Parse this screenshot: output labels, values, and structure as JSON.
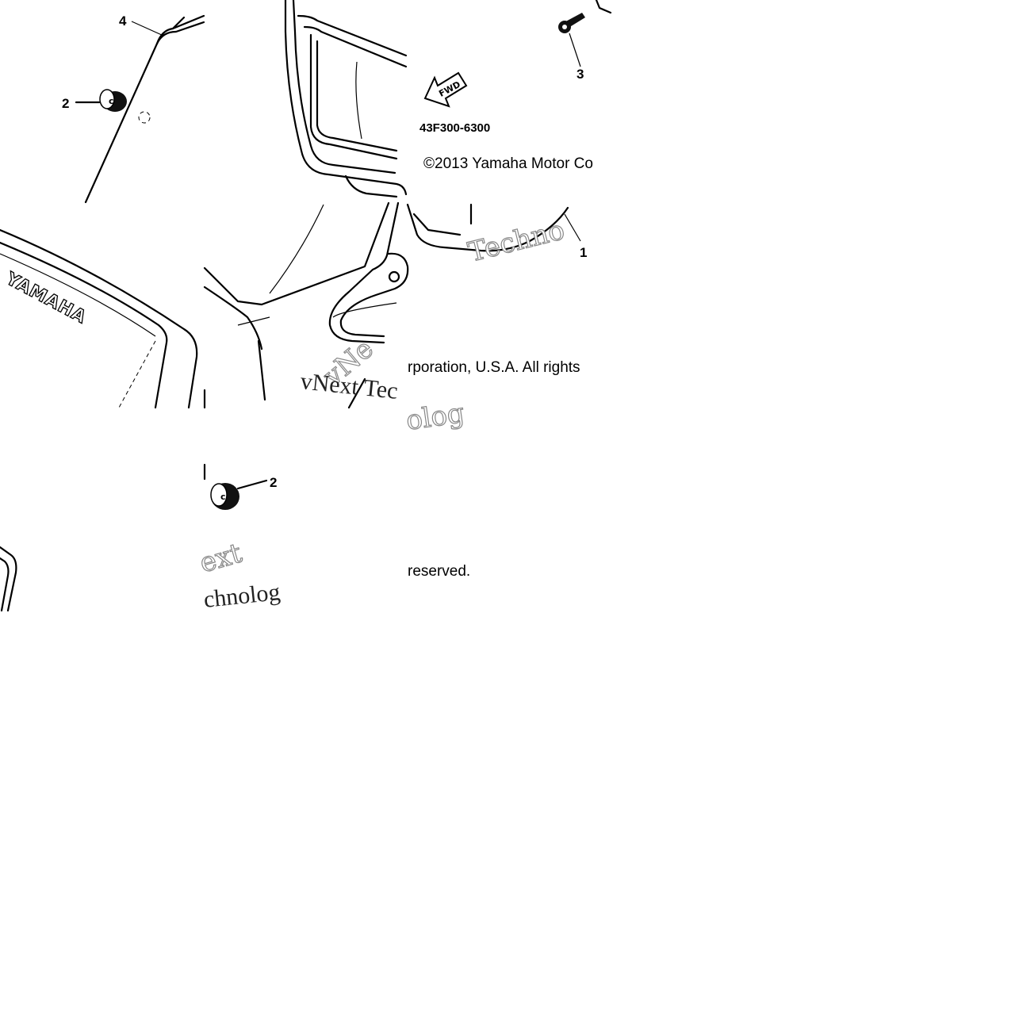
{
  "callouts": {
    "part_1": "1",
    "part_2a": "2",
    "part_2b": "2",
    "part_3": "3",
    "part_4": "4"
  },
  "diagram_code": "43F300-6300",
  "fwd_label": "FWD",
  "brand_label": "YAMAHA",
  "copyright": {
    "line1": "©2013 Yamaha Motor Co",
    "line2": "rporation, U.S.A. All rights",
    "line3": "reserved."
  },
  "watermark": {
    "w1": "Techno",
    "w2": "vNe",
    "w3": "vNext Tec",
    "w4": "olog",
    "w5": "ext",
    "w6": "chnolog"
  }
}
